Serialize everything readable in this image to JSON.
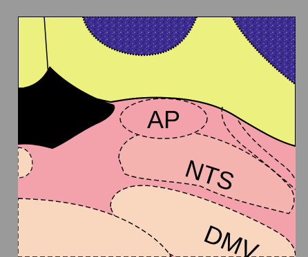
{
  "diagram": {
    "labels": {
      "ap": "AP",
      "nts": "NTS",
      "dmv": "DMV"
    },
    "colors": {
      "frame": "#9a9a9a",
      "upper_region": "#ecf07e",
      "dark_region": "#3a2a8c",
      "black_region": "#000000",
      "brainstem_pink": "#f3a2ab",
      "nts_fill": "#f4b3ae",
      "peach": "#f9d6be",
      "outline": "#000000"
    }
  }
}
